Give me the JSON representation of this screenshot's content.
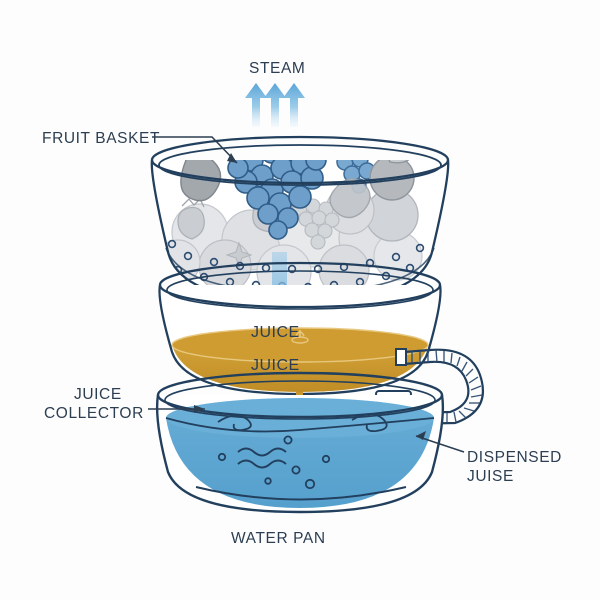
{
  "diagram": {
    "title": "Steam juicer cross-section diagram",
    "background_color": "#fdfdfd",
    "outline_color": "#22405e",
    "text_color": "#2c3e52"
  },
  "labels": {
    "steam": "STEAM",
    "fruit_basket": "FRUIT BASKET",
    "juice_top": "JUICE",
    "juice_bottom": "JUICE",
    "juice_collector_line1": "JUICE",
    "juice_collector_line2": "COLLECTOR",
    "dispensed_line1": "DISPENSED",
    "dispensed_line2": "JUISE",
    "water_pan": "WATER PAN"
  },
  "colors": {
    "steam_arrow": "#5aa5d8",
    "juice_arrow": "#6fb2dd",
    "juice_liquid": "#c8962e",
    "juice_liquid_light": "#d3a33a",
    "water": "#5ba3d0",
    "water_dark": "#4a93c4",
    "grape_blue": "#6d9fca",
    "grape_blue_dark": "#4f7fae",
    "fruit_gray": "#b9bcc0",
    "fruit_gray_light": "#d8dadd",
    "outline": "#22405e",
    "glass": "#ffffff"
  },
  "components": {
    "steam_arrows_count": 3,
    "fruit_basket": {
      "name": "fruit basket",
      "has_perforated_bottom": true,
      "hole_rows": 4
    },
    "juice_collector": {
      "name": "juice collector",
      "liquid": "juice",
      "liquid_color": "#c8962e"
    },
    "water_pan": {
      "name": "water pan",
      "liquid": "water",
      "liquid_color": "#5ba3d0",
      "has_bubbles": true,
      "has_ripples": true
    },
    "hose": {
      "name": "corrugated dispensing hose",
      "has_tap_valve": true
    }
  }
}
